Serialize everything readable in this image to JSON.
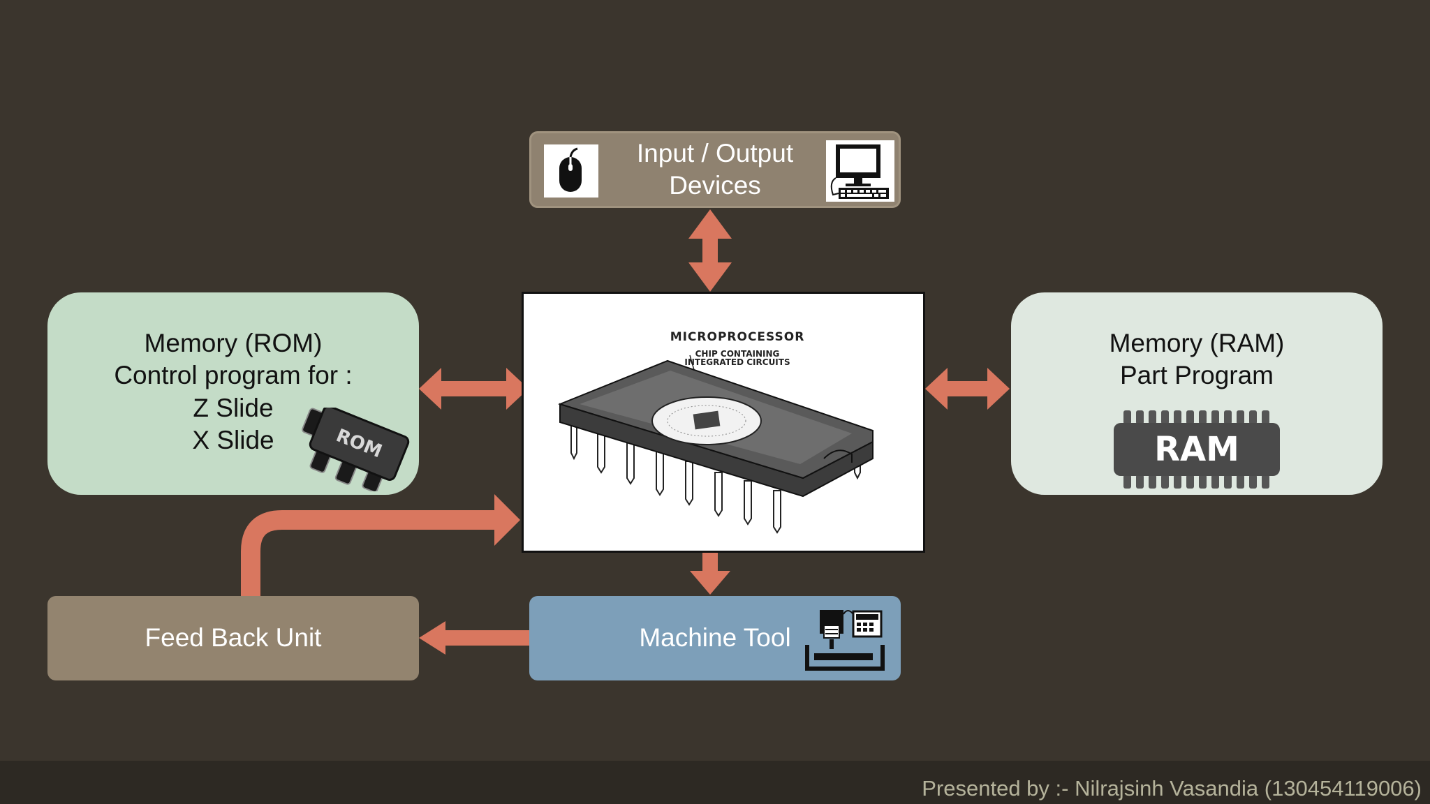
{
  "io": {
    "line1": "Input / Output",
    "line2": "Devices",
    "left_icon": "mouse-icon",
    "right_icon": "computer-icon"
  },
  "rom": {
    "line1": "Memory (ROM)",
    "line2": "Control program for :",
    "line3": "Z Slide",
    "line4": "X Slide",
    "chip_label": "ROM",
    "icon": "rom-chip-icon"
  },
  "ram": {
    "line1": "Memory (RAM)",
    "line2": "Part Program",
    "chip_label": "RAM",
    "icon": "ram-chip-icon"
  },
  "cpu": {
    "title": "MICROPROCESSOR",
    "sub1": "CHIP CONTAINING",
    "sub2": "INTEGRATED CIRCUITS",
    "icon": "microprocessor-chip-image"
  },
  "feedback": {
    "label": "Feed Back Unit"
  },
  "machine": {
    "label": "Machine Tool",
    "icon": "cnc-machine-icon"
  },
  "footer": {
    "text": "Presented by :- Nilrajsinh Vasandia (130454119006)"
  },
  "colors": {
    "background": "#3b352d",
    "arrow": "#d9775f",
    "io": "#8f8270",
    "rom": "#c4dcc7",
    "ram": "#dfe8e0",
    "feedback": "#93846f",
    "machine": "#7d9fb9"
  }
}
